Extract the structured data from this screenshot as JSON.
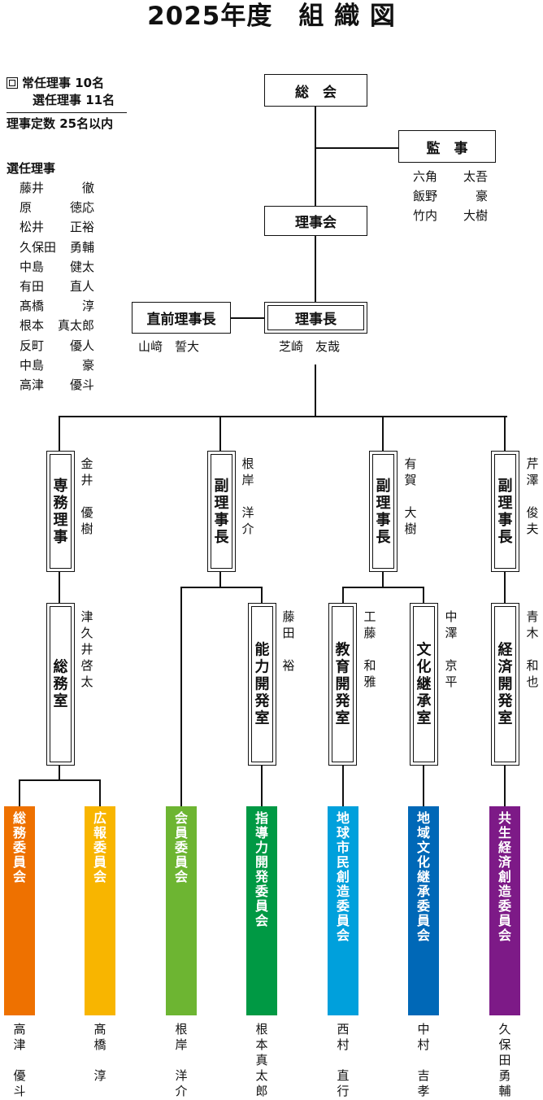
{
  "title": "2025年度　組 織 図",
  "legend": {
    "standing": "常任理事 10名",
    "elected": "選任理事 11名",
    "quota": "理事定数 25名以内"
  },
  "elected_directors": {
    "heading": "選任理事",
    "members": [
      [
        "藤井",
        "徹"
      ],
      [
        "原",
        "徳応"
      ],
      [
        "松井",
        "正裕"
      ],
      [
        "久保田",
        "勇輔"
      ],
      [
        "中島",
        "健太"
      ],
      [
        "有田",
        "直人"
      ],
      [
        "髙橋",
        "淳"
      ],
      [
        "根本",
        "真太郎"
      ],
      [
        "反町",
        "優人"
      ],
      [
        "中島",
        "豪"
      ],
      [
        "高津",
        "優斗"
      ]
    ]
  },
  "general_assembly": "総　会",
  "auditors": {
    "label": "監　事",
    "members": [
      [
        "六角",
        "太吾"
      ],
      [
        "飯野",
        "豪"
      ],
      [
        "竹内",
        "大樹"
      ]
    ]
  },
  "board": "理事会",
  "past_president": {
    "label": "直前理事長",
    "name": "山﨑　誓大"
  },
  "president": {
    "label": "理事長",
    "name": "芝崎　友哉"
  },
  "executives": [
    {
      "role": "専務理事",
      "name": "金井　優樹"
    },
    {
      "role": "副理事長",
      "name": "根岸　洋介"
    },
    {
      "role": "副理事長",
      "name": "有賀　大樹"
    },
    {
      "role": "副理事長",
      "name": "芹澤　俊夫"
    }
  ],
  "offices": [
    {
      "label": "総務室",
      "name": "津久井啓太"
    },
    {
      "label": "能力開発室",
      "name": "藤田　裕"
    },
    {
      "label": "教育開発室",
      "name": "工藤　和雅"
    },
    {
      "label": "文化継承室",
      "name": "中澤　京平"
    },
    {
      "label": "経済開発室",
      "name": "青木　和也"
    }
  ],
  "committees": [
    {
      "label": "総務委員会",
      "color": "#EE7100",
      "chair": "高津　優斗"
    },
    {
      "label": "広報委員会",
      "color": "#F8B500",
      "chair": "髙橋　淳"
    },
    {
      "label": "会員委員会",
      "color": "#6DB532",
      "chair": "根岸　洋介"
    },
    {
      "label": "指導力開発委員会",
      "color": "#009944",
      "chair": "根本真太郎"
    },
    {
      "label": "地球市民創造委員会",
      "color": "#00A0DC",
      "chair": "西村　直行"
    },
    {
      "label": "地域文化継承委員会",
      "color": "#0068B7",
      "chair": "中村　吉孝"
    },
    {
      "label": "共生経済創造委員会",
      "color": "#7D1A87",
      "chair": "久保田勇輔"
    }
  ]
}
